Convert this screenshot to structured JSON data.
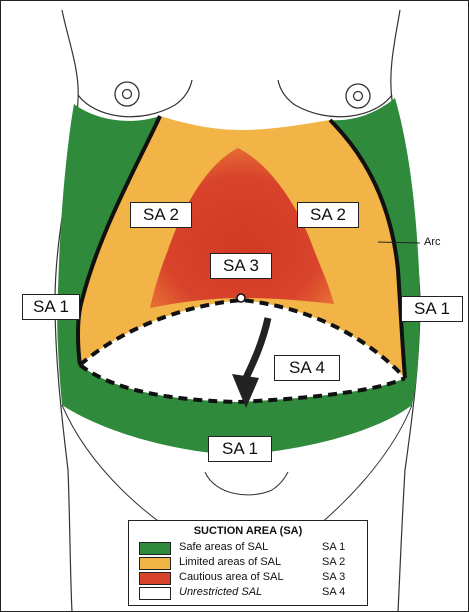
{
  "zones": {
    "sa1_left": "SA 1",
    "sa1_right": "SA 1",
    "sa1_bottom": "SA 1",
    "sa2_left": "SA 2",
    "sa2_right": "SA 2",
    "sa3": "SA 3",
    "sa4": "SA 4"
  },
  "arc_label": "Arc",
  "colors": {
    "sa1": "#2f8a3c",
    "sa2": "#f2b347",
    "sa3": "#d8432b",
    "sa4": "#ffffff"
  },
  "legend": {
    "title": "SUCTION AREA (SA)",
    "items": [
      {
        "text": "Safe areas of SAL",
        "code": "SA 1"
      },
      {
        "text": "Limited areas of SAL",
        "code": "SA 2"
      },
      {
        "text": "Cautious area of SAL",
        "code": "SA 3"
      },
      {
        "text": "Unrestricted SAL",
        "code": "SA 4"
      }
    ]
  }
}
